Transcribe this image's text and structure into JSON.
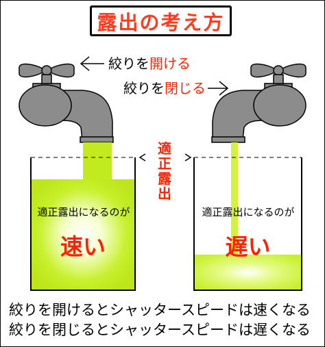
{
  "title": "露出の考え方",
  "open_label": {
    "prefix": "絞りを",
    "emphasis": "開ける"
  },
  "close_label": {
    "prefix": "絞りを",
    "emphasis": "閉じる"
  },
  "center_label": [
    "適",
    "正",
    "露",
    "出"
  ],
  "left_tank": {
    "caption": "適正露出になるのが",
    "speed": "速い"
  },
  "right_tank": {
    "caption": "適正露出になるのが",
    "speed": "遅い"
  },
  "bottom_lines": [
    "絞りを開けるとシャッタースピードは速くなる",
    "絞りを閉じるとシャッタースピードは遅くなる"
  ],
  "colors": {
    "accent_red": "#ff2200",
    "water_green": "#c2ea1e",
    "faucet_gray": "#8c8c8c"
  },
  "icons": [
    "faucet-left-icon",
    "faucet-right-icon",
    "open-arrow-icon",
    "close-arrow-icon",
    "level-arrow-icon"
  ]
}
